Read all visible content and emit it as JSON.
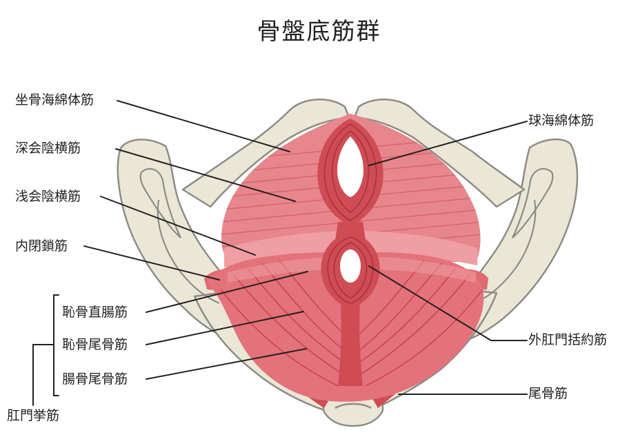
{
  "title": "骨盤底筋群",
  "colors": {
    "bone_fill": "#ebe7d6",
    "bone_stroke": "#8d8b84",
    "muscle_dark": "#cf4c55",
    "muscle_mid": "#e3727b",
    "muscle_light": "#ef9ea3",
    "leader_line": "#231f20",
    "opening": "#ffffff"
  },
  "labels": {
    "left": {
      "ischiocavernosus": "坐骨海綿体筋",
      "deep_transverse_perineal": "深会陰横筋",
      "superficial_transverse_perineal": "浅会陰横筋",
      "obturator_internus": "内閉鎖筋",
      "puborectalis": "恥骨直腸筋",
      "pubococcygeus": "恥骨尾骨筋",
      "iliococcygeus": "腸骨尾骨筋",
      "levator_ani": "肛門挙筋"
    },
    "right": {
      "bulbospongiosus": "球海綿体筋",
      "external_anal_sphincter": "外肛門括約筋",
      "coccygeus": "尾骨筋"
    }
  }
}
